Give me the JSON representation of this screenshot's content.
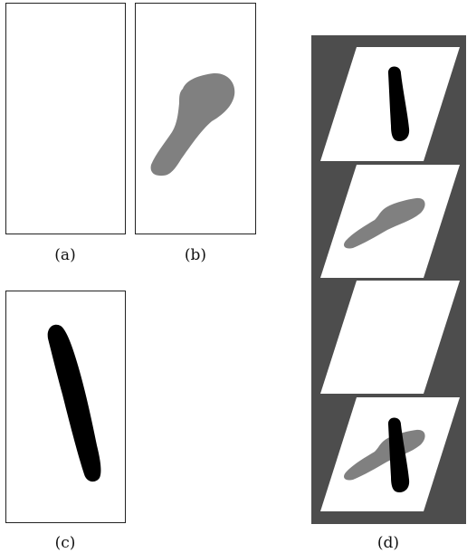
{
  "figure": {
    "captions": {
      "a": "(a)",
      "b": "(b)",
      "c": "(c)",
      "d": "(d)"
    },
    "colors": {
      "panel_border": "#222222",
      "gray_shape": "#808080",
      "black_shape": "#000000",
      "stack_background": "#4d4d4d",
      "plane_fill": "#ffffff"
    },
    "panels": {
      "a": "empty",
      "b": "gray-foot-shape",
      "c": "black-elongated-shape",
      "d": "stacked-planes"
    }
  }
}
